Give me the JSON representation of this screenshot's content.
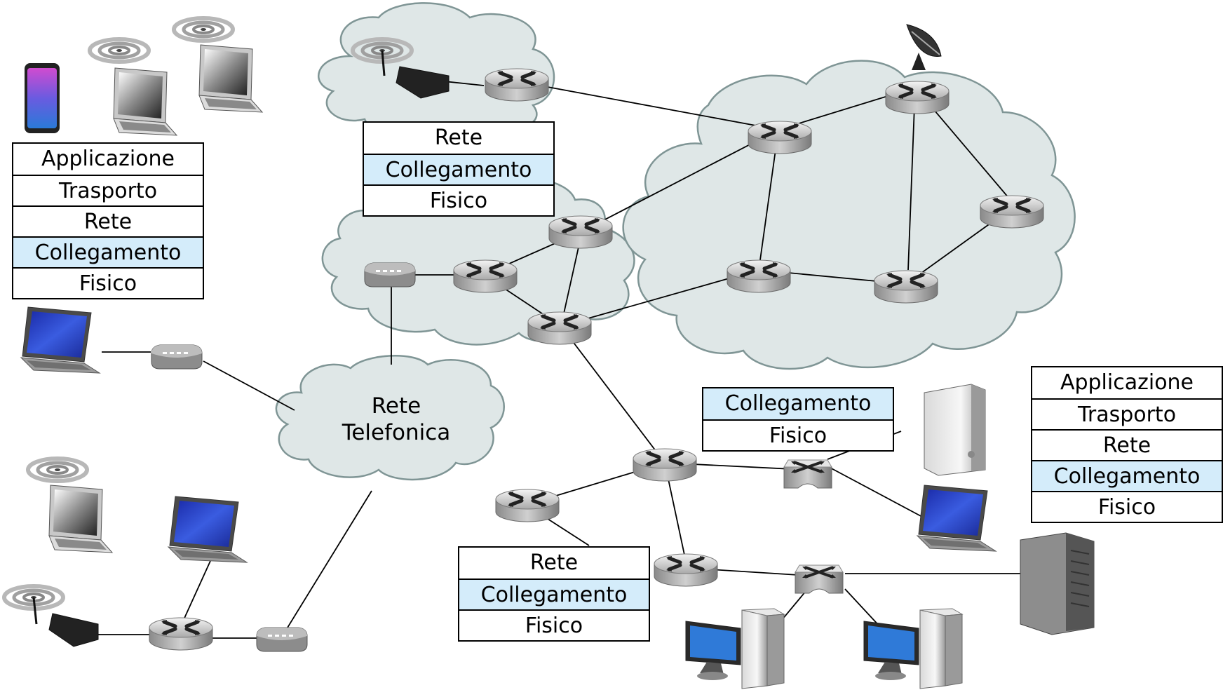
{
  "stacks": {
    "host_top_left": [
      "Applicazione",
      "Trasporto",
      "Rete",
      "Collegamento",
      "Fisico"
    ],
    "router_top": [
      "Rete",
      "Collegamento",
      "Fisico"
    ],
    "switch_right": [
      "Collegamento",
      "Fisico"
    ],
    "host_right": [
      "Applicazione",
      "Trasporto",
      "Rete",
      "Collegamento",
      "Fisico"
    ],
    "router_bottom": [
      "Rete",
      "Collegamento",
      "Fisico"
    ]
  },
  "phone_network": {
    "line1": "Rete",
    "line2": "Telefonica"
  },
  "colors": {
    "cloud_fill": "#dfe7e7",
    "cloud_stroke": "#7f9595",
    "highlight": "#d4ecfa"
  },
  "icons": [
    "router-icon",
    "switch-icon",
    "modem-icon",
    "laptop-icon",
    "wifi-access-point-icon",
    "smartphone-icon",
    "desktop-computer-icon",
    "server-icon",
    "satellite-dish-icon"
  ]
}
